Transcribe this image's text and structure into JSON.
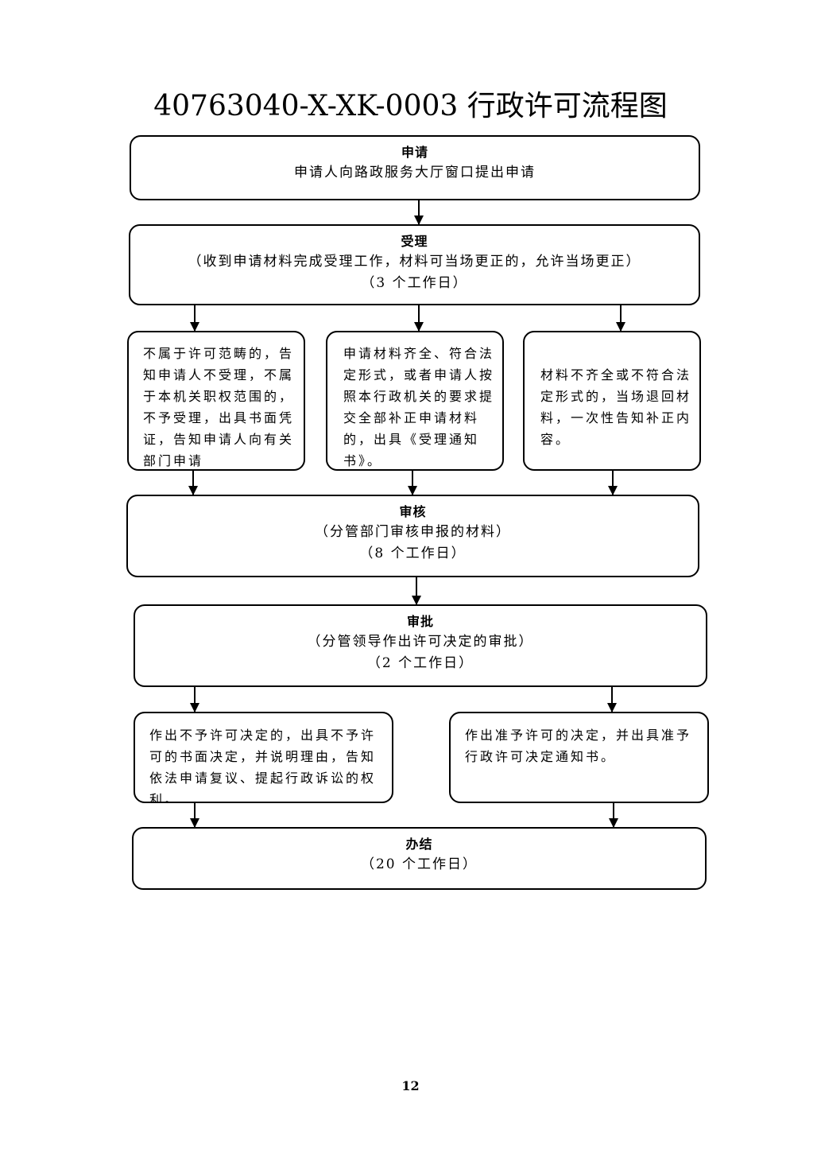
{
  "title": "40763040-X-XK-0003 行政许可流程图",
  "steps": {
    "apply": {
      "head": "申请",
      "line1": "申请人向路政服务大厅窗口提出申请"
    },
    "accept": {
      "head": "受理",
      "line1": "（收到申请材料完成受理工作，材料可当场更正的，允许当场更正）",
      "line2": "（3 个工作日）"
    },
    "branch_left": "不属于许可范畴的，告知申请人不受理，不属于本机关职权范围的，不予受理，出具书面凭证，告知申请人向有关部门申请",
    "branch_mid": "申请材料齐全、符合法定形式，或者申请人按照本行政机关的要求提交全部补正申请材料的，出具《受理通知书》。",
    "branch_right": "材料不齐全或不符合法定形式的，当场退回材料，一次性告知补正内容。",
    "review": {
      "head": "审核",
      "line1": "（分管部门审核申报的材料）",
      "line2": "（8 个工作日）"
    },
    "approve": {
      "head": "审批",
      "line1": "（分管领导作出许可决定的审批）",
      "line2": "（2 个工作日）"
    },
    "deny": "作出不予许可决定的，出具不予许可的书面决定，并说明理由，告知依法申请复议、提起行政诉讼的权利。",
    "grant": "作出准予许可的决定，并出具准予行政许可决定通知书。",
    "finish": {
      "head": "办结",
      "line1": "（20 个工作日）"
    }
  },
  "page_number": "12"
}
